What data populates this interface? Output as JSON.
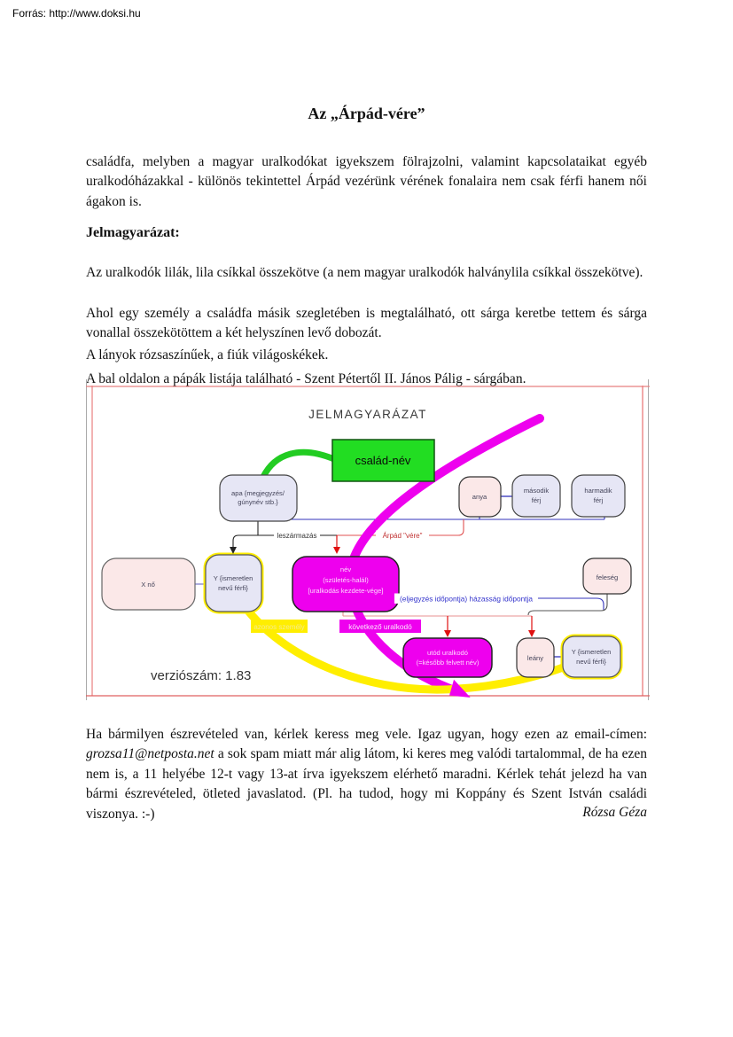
{
  "page": {
    "source_line": "Forrás: http://www.doksi.hu",
    "title": "Az „Árpád-vére”",
    "intro": "családfa, melyben a magyar uralkodókat igyekszem fölrajzolni, valamint kapcsolataikat egyéb uralkodóházakkal - különös tekintettel Árpád vezérünk vérének fonalaira nem csak férfi hanem női ágakon is.",
    "legend_heading": "Jelmagyarázat:",
    "legend_1": "Az uralkodók lilák, lila csíkkal összekötve (a nem magyar uralkodók halványlila csíkkal összekötve).",
    "legend_2": "Ahol egy személy a családfa másik szegletében is megtalálható, ott sárga keretbe tettem és sárga vonallal összekötöttem a két helyszínen levő dobozát.",
    "legend_3": "A lányok rózsaszínűek, a fiúk világoskékek.",
    "legend_4": "A bal oldalon a pápák listája található - Szent Pétertől II. János Pálig - sárgában.",
    "closing_before": "Ha bármilyen észrevételed van, kérlek keress meg vele. Igaz ugyan, hogy ezen az email-címen: ",
    "closing_email": "grozsa11@netposta.net",
    "closing_after": " a sok spam miatt már alig látom, ki keres meg valódi tartalommal, de ha ezen nem is, a 11 helyébe 12-t vagy 13-at írva igyekszem elérhető maradni. Kérlek tehát jelezd ha van bármi észrevételed, ötleted javaslatod. (Pl. ha tudod, hogy mi Koppány és Szent István családi viszonya. :-)",
    "signature": "Rózsa Géza"
  },
  "diagram": {
    "title": "JELMAGYARÁZAT",
    "version_label": "verziószám: 1.83",
    "boxes": {
      "family_name": {
        "lines": [
          "család-név"
        ]
      },
      "father": {
        "lines": [
          "apa {megjegyzés/",
          "gúnynév stb.}"
        ]
      },
      "mother": {
        "lines": [
          "anya"
        ]
      },
      "second_husband": {
        "lines": [
          "második",
          "férj"
        ]
      },
      "third_husband": {
        "lines": [
          "harmadik",
          "férj"
        ]
      },
      "x_woman": {
        "lines": [
          "X nő"
        ]
      },
      "y_unknown_left": {
        "lines": [
          "Y {ismeretlen",
          "nevű férfi}"
        ]
      },
      "ruler": {
        "lines": [
          "név",
          "(születés-halál)",
          "[uralkodás kezdete-vége]"
        ]
      },
      "wife": {
        "lines": [
          "feleség"
        ]
      },
      "successor": {
        "lines": [
          "utód uralkodó",
          "(=később felvett név)"
        ]
      },
      "daughter": {
        "lines": [
          "leány"
        ]
      },
      "y_unknown_right": {
        "lines": [
          "Y {ismeretlen",
          "nevű férfi}"
        ]
      }
    },
    "edge_labels": {
      "descent": "leszármazás",
      "arpad_blood": "Árpád \"vére\"",
      "engagement": "(eljegyzés időpontja) házasság időpontja",
      "next_ruler": "következő uralkodó",
      "same_person": "azonos személy"
    },
    "colors": {
      "ruler_fill": "#ee00ee",
      "girl_fill": "#fbe8e8",
      "boy_fill": "#e6e6f5",
      "family_fill": "#22dd22",
      "same_person_highlight": "#ffee00",
      "line_blue": "#3333bb",
      "line_red": "#e01010",
      "frame_pink": "#e88080"
    }
  }
}
